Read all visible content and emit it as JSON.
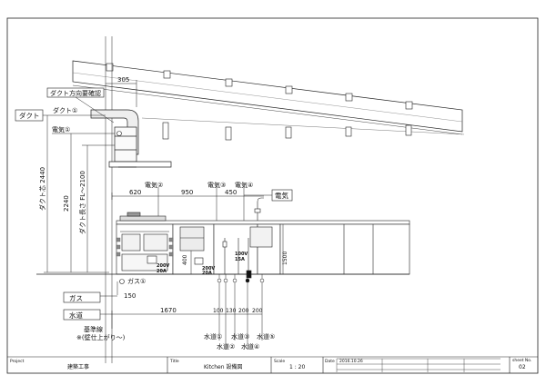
{
  "labels": {
    "duct_check": "ダクト方向要確認",
    "duct": "ダクト",
    "duct1": "ダクト①",
    "dim_305": "305",
    "elec1": "電気①",
    "elec2": "電気②",
    "elec3": "電気③",
    "elec4": "電気④",
    "elec_box": "電気",
    "duct_center": "ダクト芯 2440",
    "duct_length": "ダクト長さ FL～2100",
    "dim_2240": "2240",
    "dim_620": "620",
    "dim_950": "950",
    "dim_450": "450",
    "dim_400": "400",
    "dim_1500": "1500",
    "spec_a": "200V",
    "spec_b": "20A",
    "spec_c": "100V",
    "spec_d": "15A",
    "spec_e": "200V",
    "spec_f": "20A",
    "gas1": "ガス①",
    "gas_box": "ガス",
    "dim_150": "150",
    "water_box": "水道",
    "dim_1670": "1670",
    "dim_100": "100",
    "dim_130": "130",
    "dim_200a": "200",
    "dim_200b": "200",
    "datum1": "基準線",
    "datum2": "※(壁仕上がり～)",
    "water1": "水道①",
    "water2": "水道②",
    "water3": "水道③",
    "water4": "水道④",
    "water5": "水道⑤"
  },
  "title_block": {
    "project_label": "Project",
    "project_value": "建築工事",
    "title_label": "Title",
    "title_value": "Kitchen 設備図",
    "scale_label": "Scale",
    "scale_value": "1 : 20",
    "date_label": "Date",
    "date_value": "2016.10.26",
    "sheet_label": "sheet No.",
    "sheet_value": "02"
  }
}
